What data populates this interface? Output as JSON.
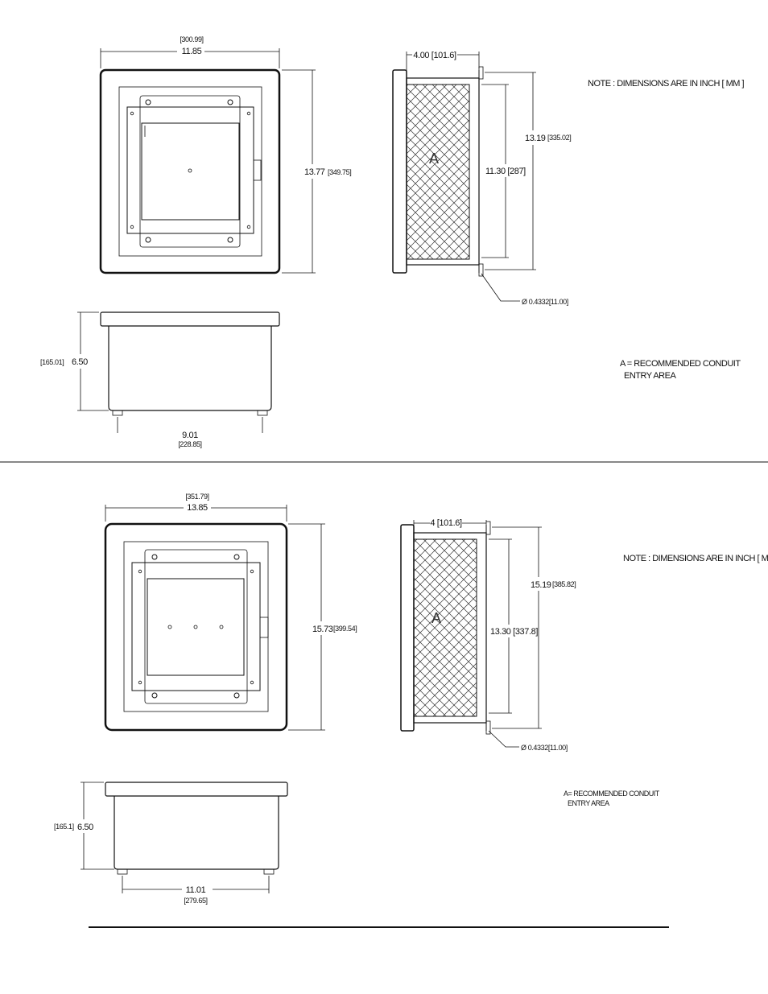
{
  "drawing_top": {
    "front": {
      "width_mm": "[300.99]",
      "width_in": "11.85",
      "height_label": "13.77",
      "height_mm": "[349.75]"
    },
    "side": {
      "depth_label": "4.00 [101.6]",
      "mount_height": "13.19",
      "mount_height_mm": "[335.02]",
      "inner_height": "11.30 [287]",
      "area_letter": "A",
      "hole_label": "Ø 0.4332[11.00]"
    },
    "note": "NOTE : DIMENSIONS ARE IN INCH [ MM ]",
    "bottom": {
      "depth_mm": "[165.01]",
      "depth_in": "6.50",
      "foot_spacing": "9.01",
      "foot_spacing_mm": "[228.85]"
    },
    "legend_line1": "A = RECOMMENDED CONDUIT",
    "legend_line2": "ENTRY AREA"
  },
  "drawing_bottom": {
    "front": {
      "width_mm": "[351.79]",
      "width_in": "13.85",
      "height_label": "15.73",
      "height_mm": "[399.54]"
    },
    "side": {
      "depth_label": "4 [101.6]",
      "mount_height": "15.19",
      "mount_height_mm": "[385.82]",
      "inner_height": "13.30 [337.8]",
      "area_letter": "A",
      "hole_label": "Ø 0.4332[11.00]"
    },
    "note": "NOTE : DIMENSIONS ARE IN INCH [ MM ]",
    "bottom": {
      "depth_mm": "[165.1]",
      "depth_in": "6.50",
      "foot_spacing": "11.01",
      "foot_spacing_mm": "[279.65]"
    },
    "legend_line1": "A= RECOMMENDED CONDUIT",
    "legend_line2": "ENTRY AREA"
  }
}
